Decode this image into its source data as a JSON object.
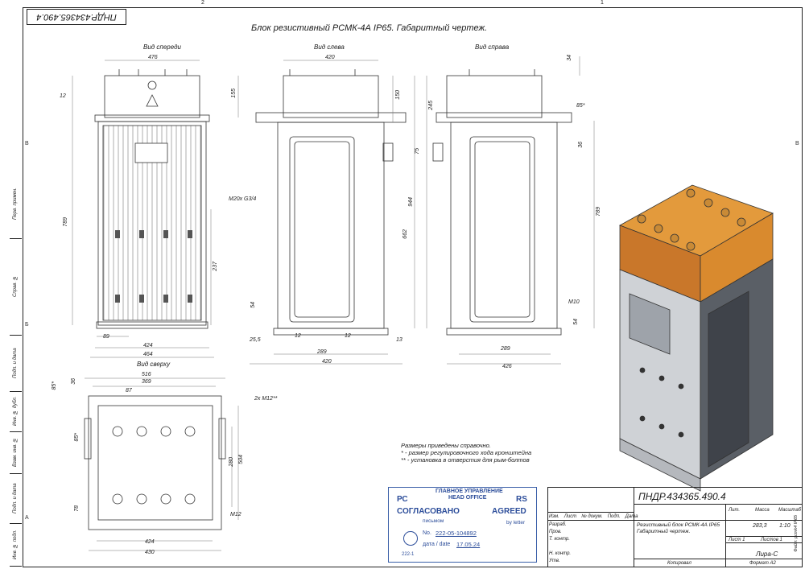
{
  "document": {
    "number": "ПНДР.434365.490.4",
    "number_rotated": "ПНДР.434365.490.4",
    "title": "Блок резистивный РСМК-4А IP65. Габаритный чертеж.",
    "zones_top": [
      "2",
      "1"
    ],
    "zones_side": [
      "В",
      "Б",
      "А"
    ]
  },
  "views": {
    "front": "Вид спереди",
    "left": "Вид слева",
    "right": "Вид справа",
    "top": "Вид сверху"
  },
  "dims": {
    "front": [
      "476",
      "12",
      "155",
      "789",
      "М20х G3/4",
      "237",
      "89",
      "424",
      "464"
    ],
    "left": [
      "420",
      "150",
      "245",
      "75",
      "944",
      "662",
      "54",
      "25,5",
      "12",
      "12",
      "289",
      "420",
      "13"
    ],
    "right": [
      "34",
      "85*",
      "36",
      "789",
      "M10",
      "54",
      "289",
      "426"
    ],
    "top": [
      "516",
      "369",
      "87",
      "85*",
      "36",
      "2x M12**",
      "85*",
      "280",
      "504",
      "78",
      "M12",
      "424",
      "430"
    ]
  },
  "notes": [
    "Размеры приведены справочно.",
    "* - размер регулировочного хода кронштейна",
    "** - установка в отверстия для рым-болтов"
  ],
  "stamp": {
    "head1": "ГЛАВНОЕ УПРАВЛЕНИЕ",
    "head2": "HEAD OFFICE",
    "pc": "РС",
    "rs": "RS",
    "agreed_ru": "СОГЛАСОВАНО",
    "agreed_en": "AGREED",
    "by_letter_ru": "письмом",
    "by_letter_en": "by letter",
    "no_label": "No.",
    "no_value": "222-05-104892",
    "date_label": "дата / date",
    "date_value": "17.05.24",
    "code": "222-1"
  },
  "title_block": {
    "doc_number": "ПНДР.434365.490.4",
    "name": "Резистивный блок РСМК-4А IP65 Габаритный чертеж.",
    "headers": [
      "Изм.",
      "Лист",
      "№ докум.",
      "Подп.",
      "Дата"
    ],
    "roles": [
      "Разраб.",
      "Пров.",
      "Т. контр.",
      "",
      "Н. контр.",
      "Утв."
    ],
    "lit": "Лит.",
    "mass": "Масса",
    "scale": "Масштаб",
    "mass_value": "283,3",
    "scale_value": "1:10",
    "sheet": "Лист 1",
    "sheets": "Листов 1",
    "company": "Лира-С",
    "copied": "Копировал",
    "format": "Формат А2",
    "file": "Файл: pcmk4 IP65"
  },
  "left_strip": [
    "Перв. примен.",
    "Справ. №",
    "Подп. и дата",
    "Инв. № дубл.",
    "Взам. инв. №",
    "Подп. и дата",
    "Инв. № подл."
  ],
  "colors": {
    "orange": "#d98a2e",
    "steel": "#c9ccd0",
    "dark": "#4a4e55",
    "blue_stamp": "#2c4d9a"
  }
}
